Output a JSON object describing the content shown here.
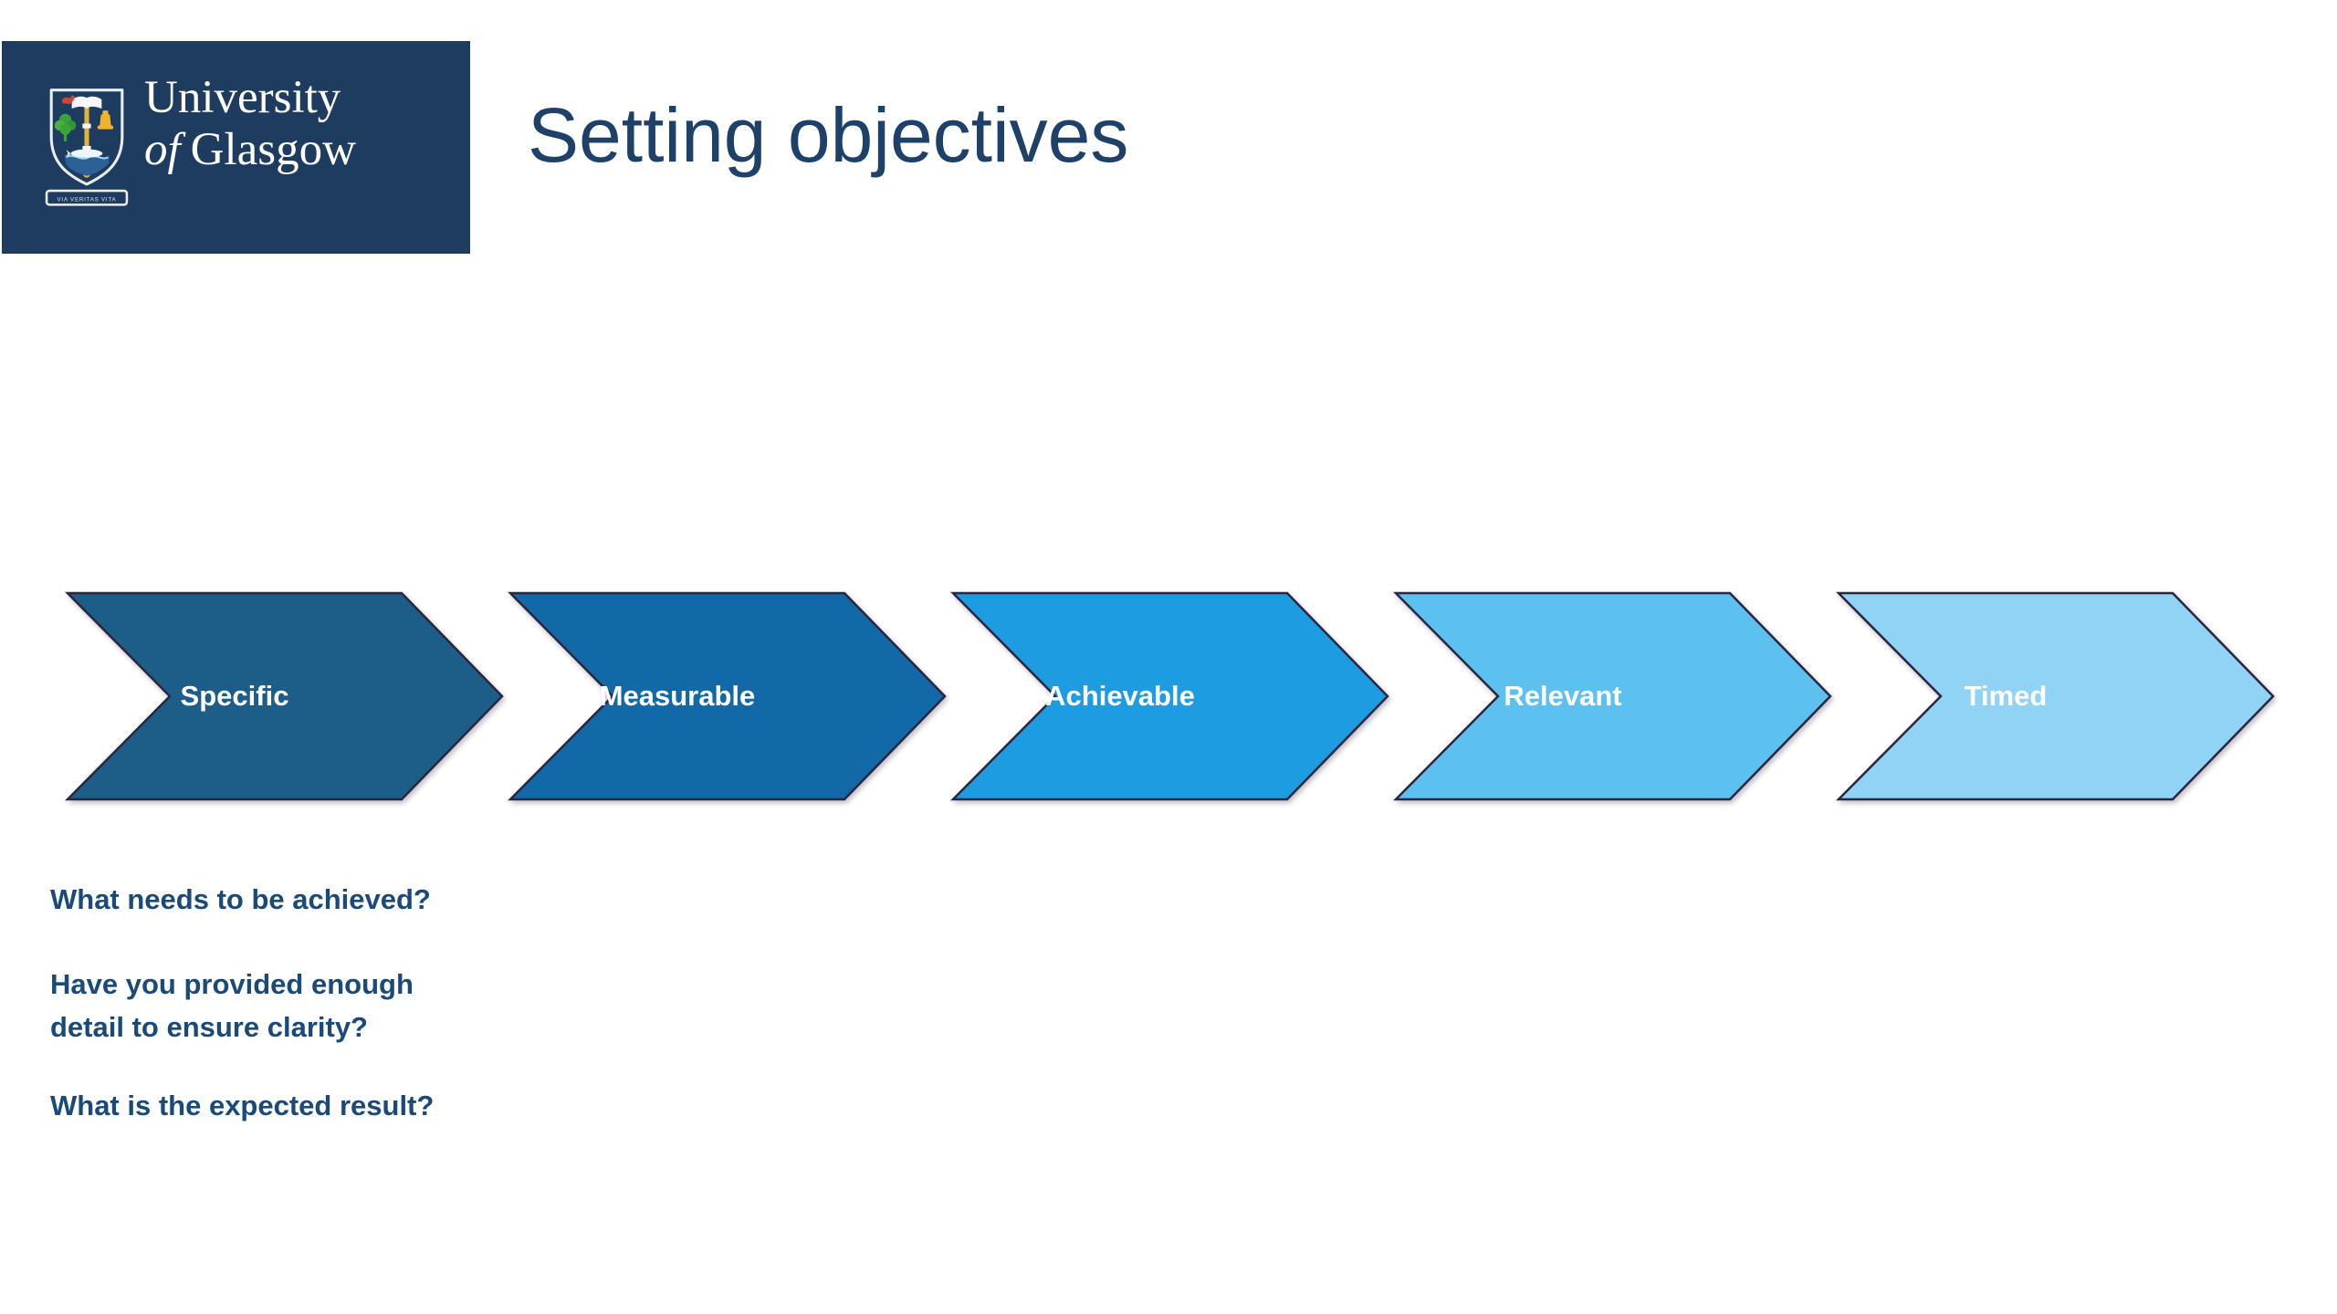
{
  "logo": {
    "line1": "University",
    "line2_of": "of",
    "line2_name": "Glasgow",
    "motto": "VIA VERITAS VITA",
    "background": "#1d3c60"
  },
  "header": {
    "title": "Setting objectives"
  },
  "smart_steps": [
    {
      "label": "Specific",
      "color": "#1c5e87"
    },
    {
      "label": "Measurable",
      "color": "#1269a7"
    },
    {
      "label": "Achievable",
      "color": "#1e9ce2"
    },
    {
      "label": "Relevant",
      "color": "#5cc1ef"
    },
    {
      "label": "Timed",
      "color": "#90d3f5"
    }
  ],
  "questions": [
    {
      "lines": [
        "What needs to be achieved?"
      ]
    },
    {
      "lines": [
        "Have you provided enough",
        "detail to ensure clarity?"
      ]
    },
    {
      "lines": [
        "What is the expected result?"
      ]
    }
  ],
  "colors": {
    "title_text": "#1d4168",
    "question_text": "#1a4a7a",
    "chevron_outline": "#2b2540",
    "chevron_label_text": "#ffffff",
    "page_background": "#ffffff"
  }
}
